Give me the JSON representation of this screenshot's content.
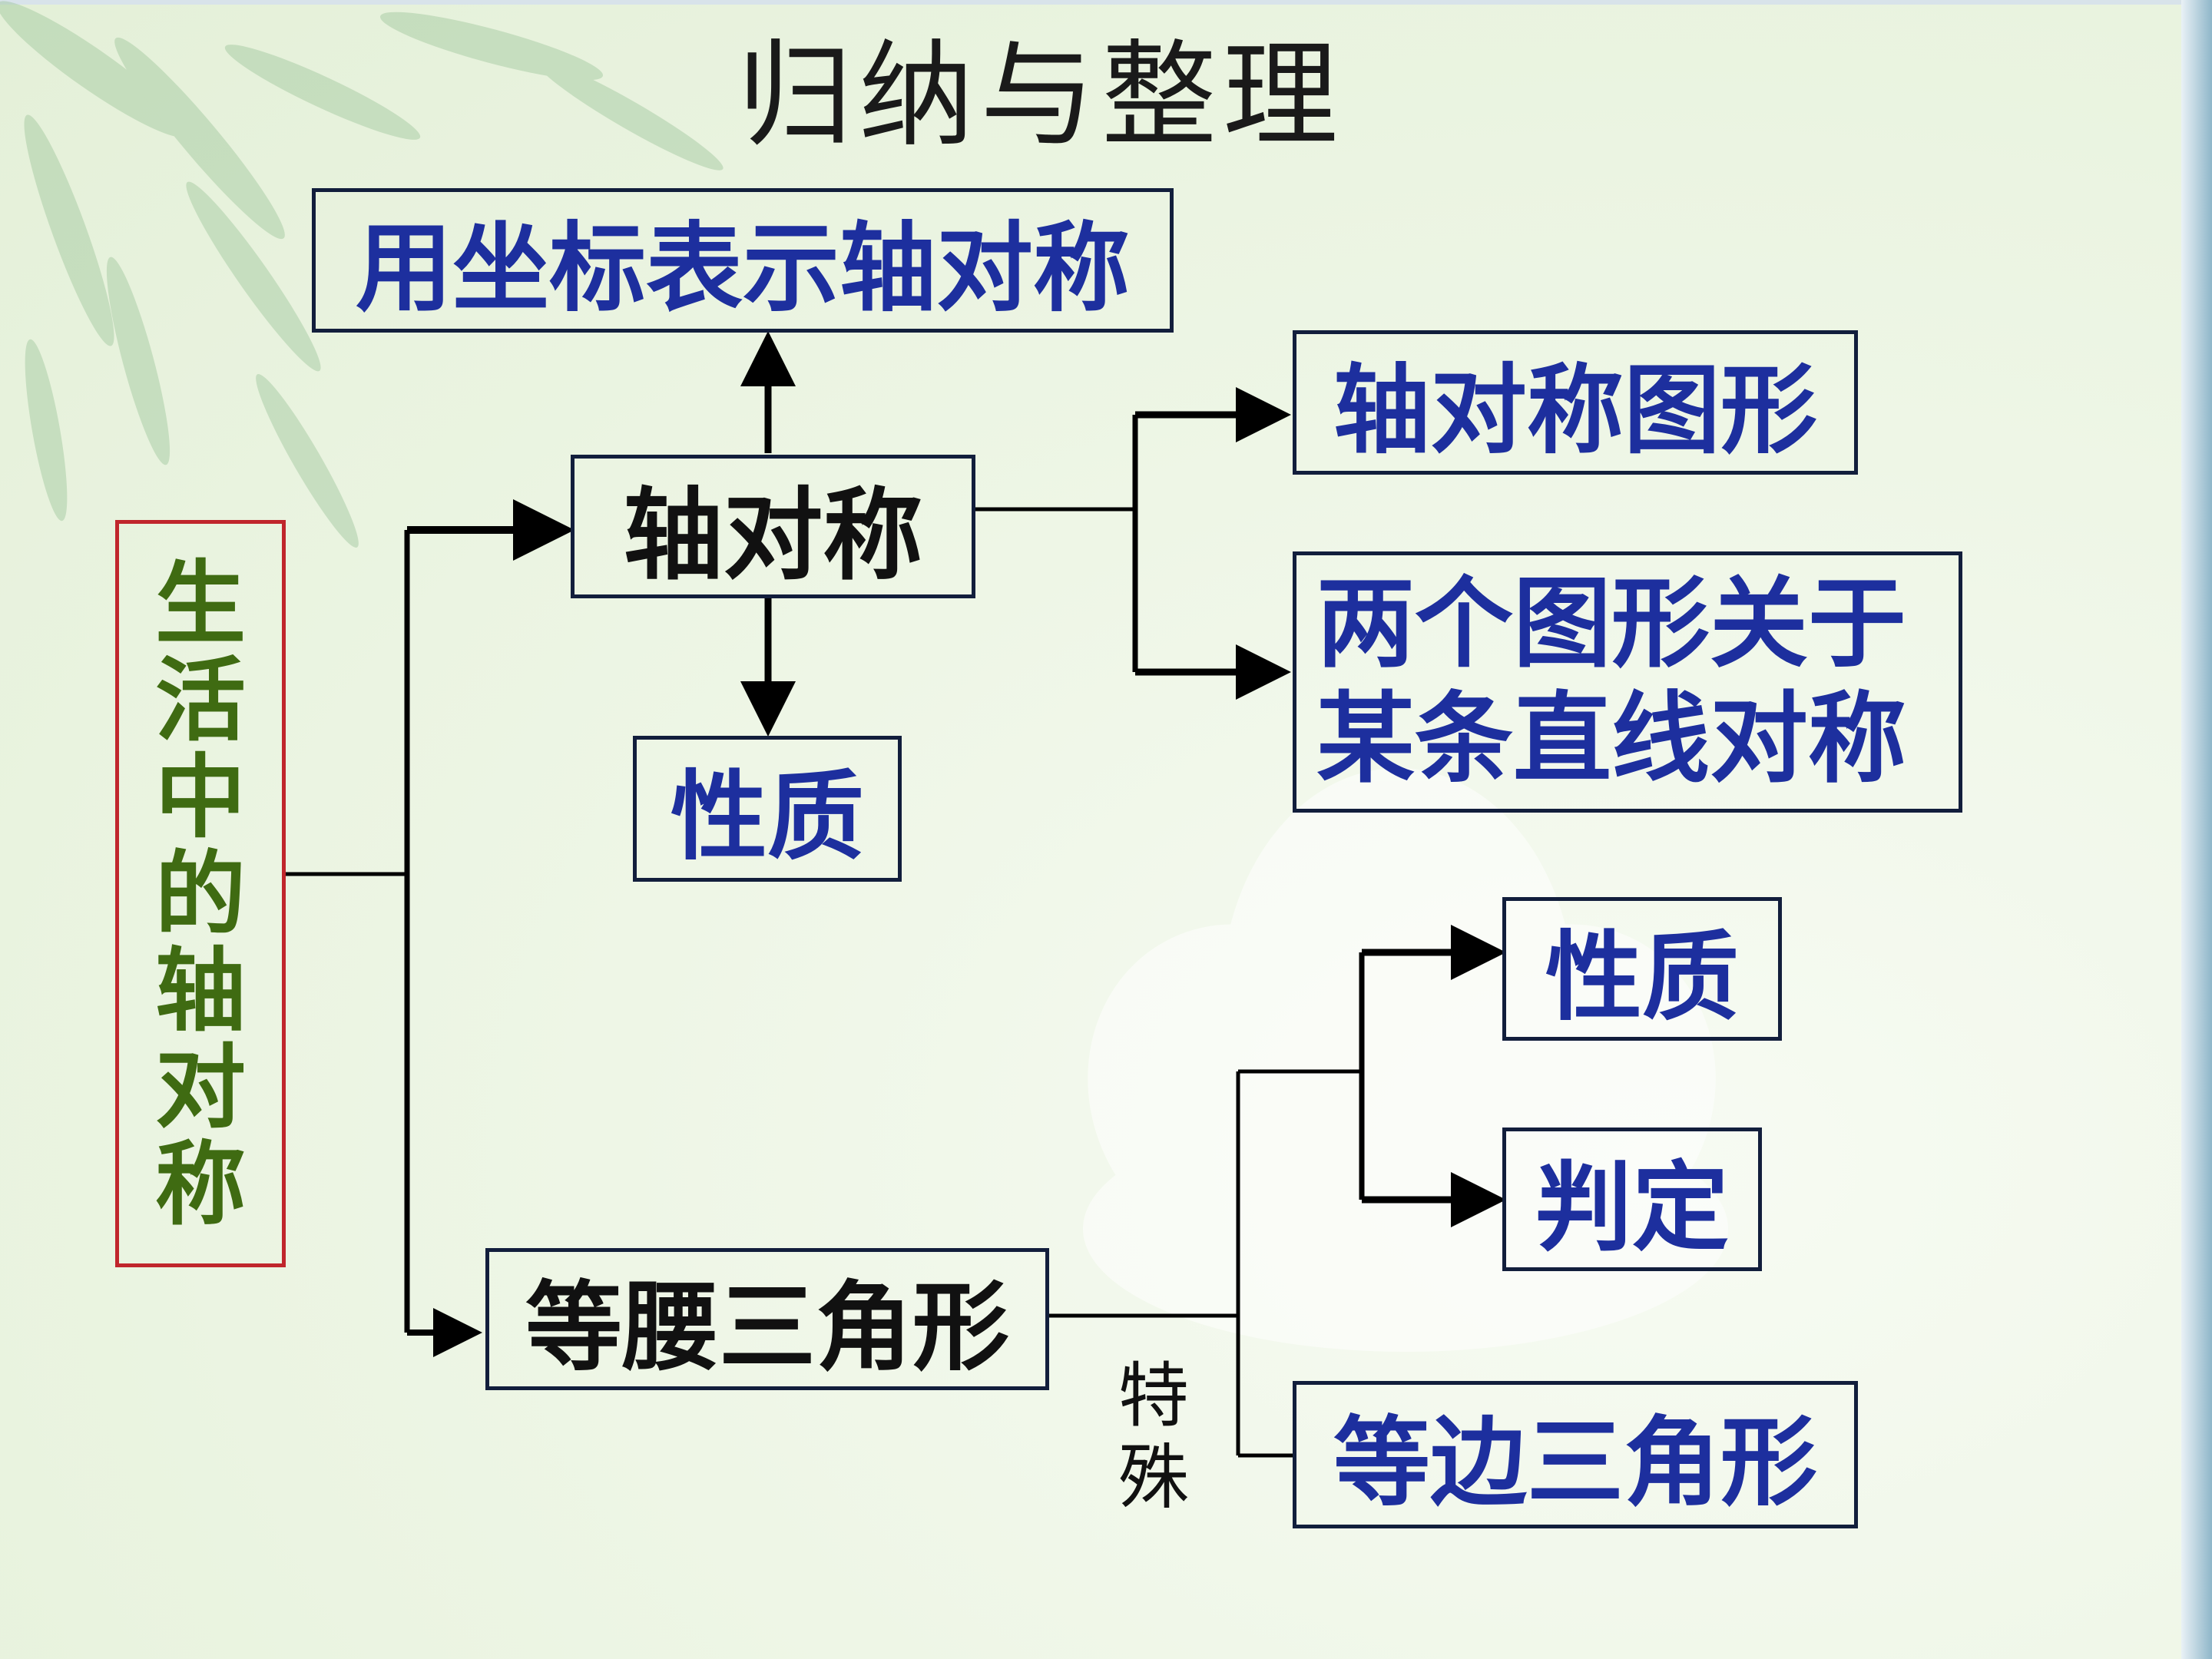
{
  "title": "归纳与整理",
  "root": {
    "chars": [
      "生",
      "活",
      "中",
      "的",
      "轴",
      "对",
      "称"
    ]
  },
  "nodes": {
    "axial_symmetry": "轴对称",
    "coordinate_symmetry": "用坐标表示轴对称",
    "property_top": "性质",
    "axis_symmetric_figure": "轴对称图形",
    "two_figures_line1": "两个图形关于",
    "two_figures_line2": "某条直线对称",
    "isosceles": "等腰三角形",
    "property_right": "性质",
    "determination": "判定",
    "equilateral": "等边三角形"
  },
  "special_label": [
    "特",
    "殊"
  ],
  "colors": {
    "box_border": "#121e3c",
    "root_border": "#c0262c",
    "blue_text": "#1d2f9e",
    "green_text": "#3f6b12"
  }
}
